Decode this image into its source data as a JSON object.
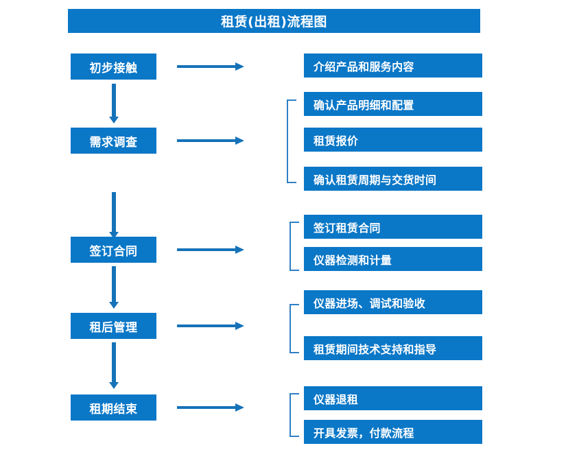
{
  "diagram": {
    "title": "租赁(出租)流程图",
    "colors": {
      "box_fill": "#0a77c7",
      "box_text": "#ffffff",
      "arrow": "#1572b8",
      "bracket": "#2f7fc4",
      "background": "#ffffff"
    },
    "stages": [
      {
        "label": "初步接触"
      },
      {
        "label": "需求调查"
      },
      {
        "label": "签订合同"
      },
      {
        "label": "租后管理"
      },
      {
        "label": "租期结束"
      }
    ],
    "details": {
      "group1": [
        {
          "label": "介绍产品和服务内容"
        }
      ],
      "group2": [
        {
          "label": "确认产品明细和配置"
        },
        {
          "label": "租赁报价"
        },
        {
          "label": "确认租赁周期与交货时间"
        }
      ],
      "group3": [
        {
          "label": "签订租赁合同"
        },
        {
          "label": "仪器检测和计量"
        }
      ],
      "group4": [
        {
          "label": "仪器进场、调试和验收"
        },
        {
          "label": "租赁期间技术支持和指导"
        }
      ],
      "group5": [
        {
          "label": "仪器退租"
        },
        {
          "label": "开具发票，付款流程"
        }
      ]
    }
  }
}
